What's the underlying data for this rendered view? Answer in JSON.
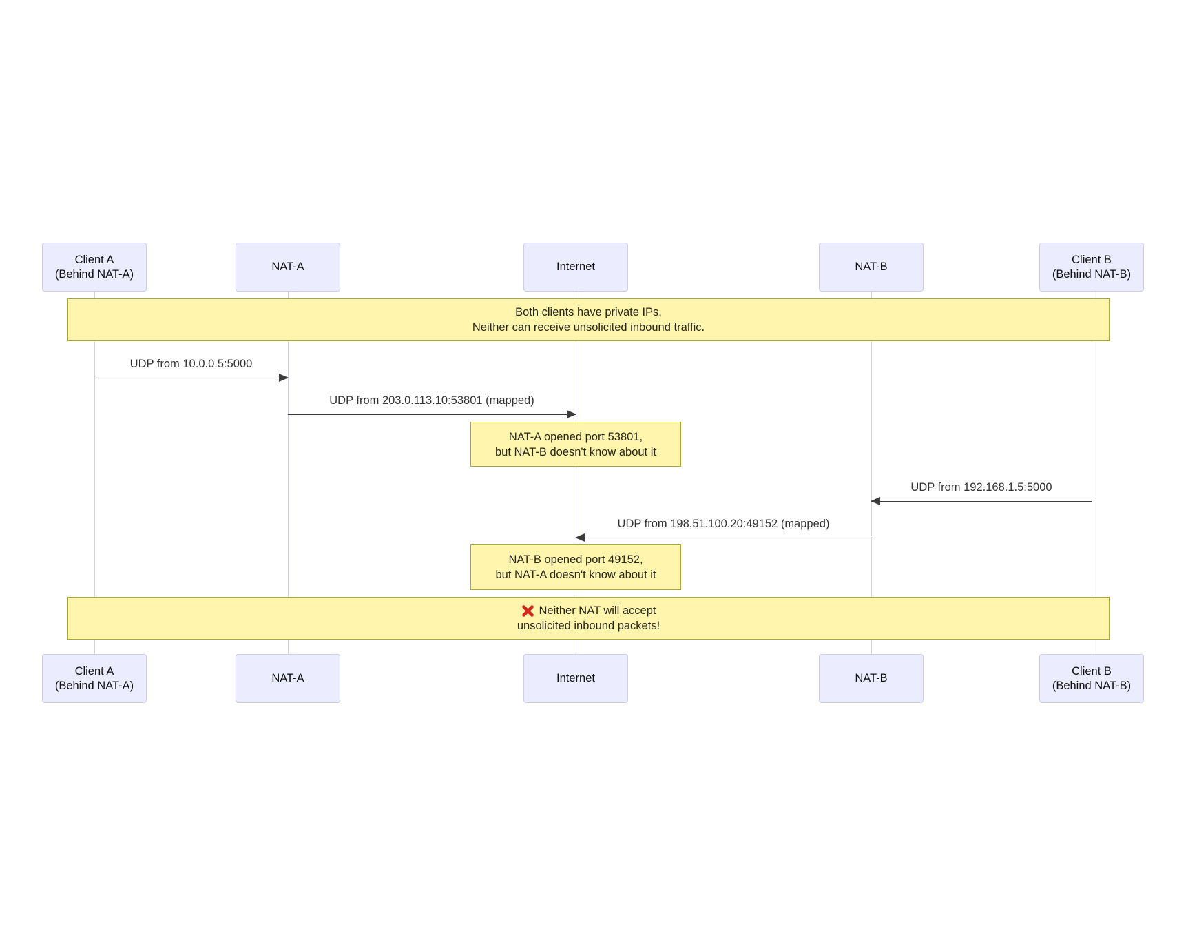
{
  "diagram_type": "sequence-diagram",
  "colors": {
    "actor_fill": "#ECECFF",
    "actor_border": "#cfcaef",
    "note_fill": "#fff5ad",
    "note_border": "#aaaa33",
    "lifeline": "#d5d2e8",
    "arrow": "#3c3c3c",
    "error_x": "#d9261c"
  },
  "actors": [
    {
      "line1": "Client A",
      "line2": "(Behind NAT-A)"
    },
    {
      "line1": "NAT-A",
      "line2": ""
    },
    {
      "line1": "Internet",
      "line2": ""
    },
    {
      "line1": "NAT-B",
      "line2": ""
    },
    {
      "line1": "Client B",
      "line2": "(Behind NAT-B)"
    }
  ],
  "notes": [
    {
      "line1": "Both clients have private IPs.",
      "line2": "Neither can receive unsolicited inbound traffic.",
      "span": "all"
    },
    {
      "line1": "NAT-A opened port 53801,",
      "line2": "but NAT-B doesn't know about it",
      "span": "Internet"
    },
    {
      "line1": "NAT-B opened port 49152,",
      "line2": "but NAT-A doesn't know about it",
      "span": "Internet"
    },
    {
      "line1": "Neither NAT will accept",
      "line2": "unsolicited inbound packets!",
      "span": "all",
      "icon": "red-x-icon"
    }
  ],
  "messages": [
    {
      "text": "UDP from 10.0.0.5:5000",
      "from": "Client A (Behind NAT-A)",
      "to": "NAT-A",
      "direction": "right"
    },
    {
      "text": "UDP from 203.0.113.10:53801 (mapped)",
      "from": "NAT-A",
      "to": "Internet",
      "direction": "right"
    },
    {
      "text": "UDP from 192.168.1.5:5000",
      "from": "Client B (Behind NAT-B)",
      "to": "NAT-B",
      "direction": "left"
    },
    {
      "text": "UDP from 198.51.100.20:49152 (mapped)",
      "from": "NAT-B",
      "to": "Internet",
      "direction": "left"
    }
  ]
}
